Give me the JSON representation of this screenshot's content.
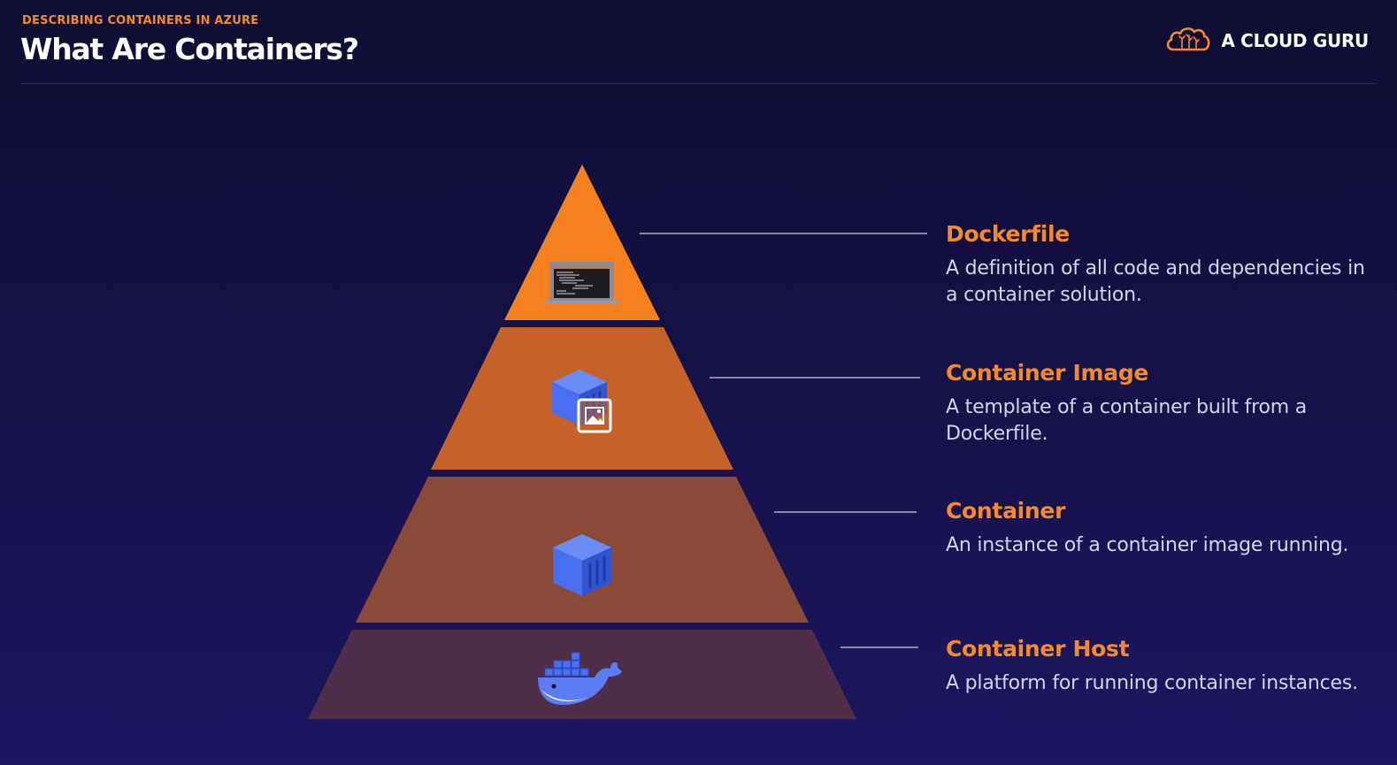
{
  "header": {
    "eyebrow": "DESCRIBING CONTAINERS IN AZURE",
    "title": "What Are Containers?",
    "brand": "A CLOUD GURU"
  },
  "colors": {
    "accent": "#f58a2a",
    "background": "#16124a",
    "icon_blue": "#4a6ef0"
  },
  "tiers": [
    {
      "heading": "Dockerfile",
      "description": "A definition of all code and dependencies in a container solution.",
      "icon": "laptop-terminal-icon"
    },
    {
      "heading": "Container Image",
      "description": "A template of a container built from a Dockerfile.",
      "icon": "container-image-icon"
    },
    {
      "heading": "Container",
      "description": "An instance of a container image running.",
      "icon": "container-cube-icon"
    },
    {
      "heading": "Container Host",
      "description": "A platform for running container instances.",
      "icon": "docker-whale-icon"
    }
  ]
}
